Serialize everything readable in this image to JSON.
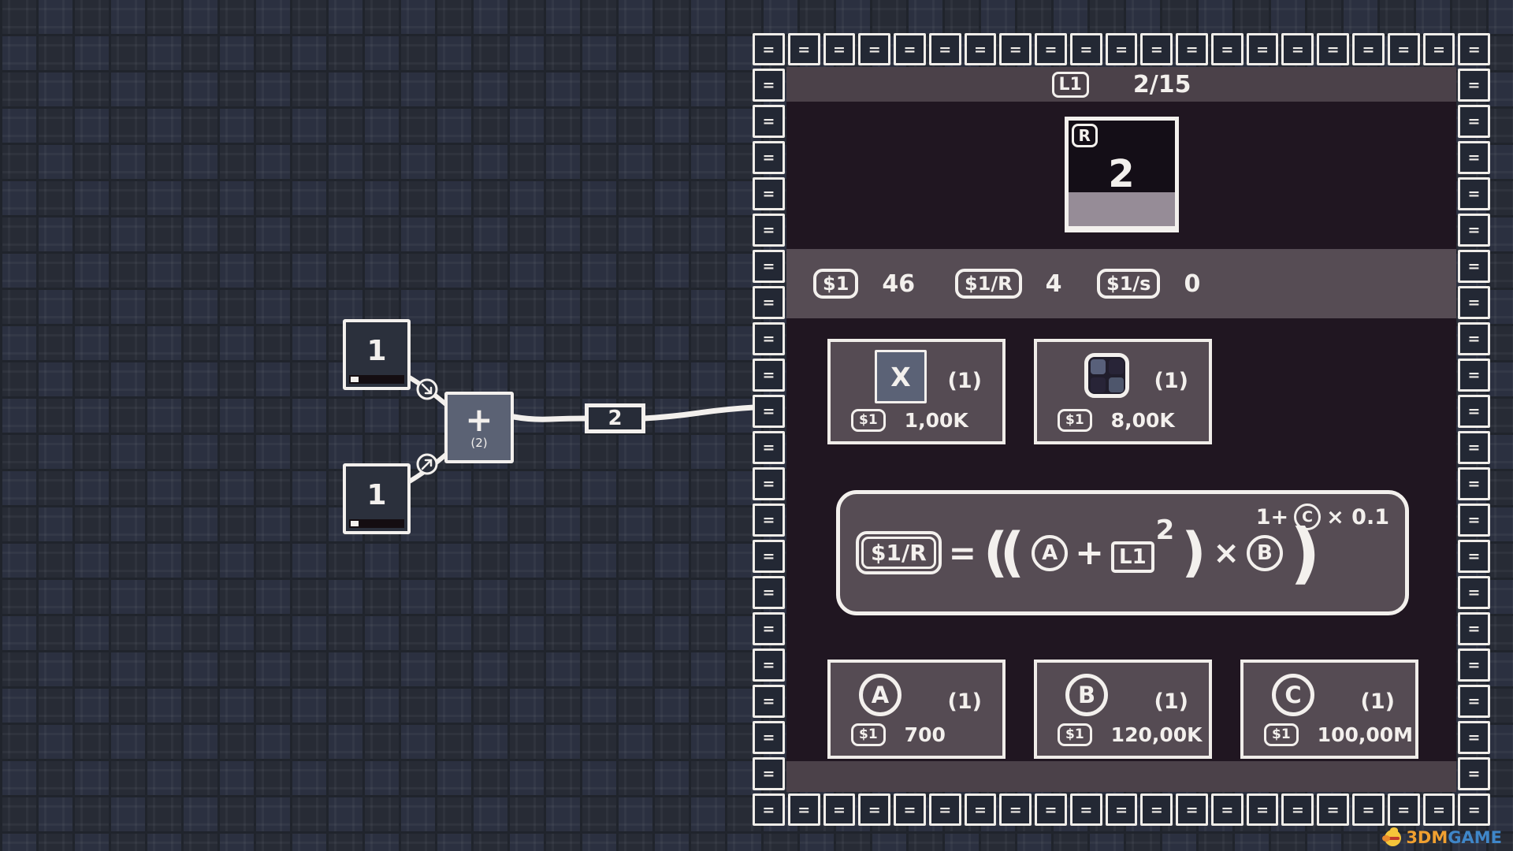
{
  "colors": {
    "accent_white": "#f3f0ed",
    "background_base": "#272b35",
    "panel_dark": "#201621",
    "panel_band": "#564c54",
    "header_band": "#4b4149",
    "node_fill": "#2b303c",
    "operator_fill": "#5b6274",
    "progress_gray": "#968c97",
    "watermark_orange": "#f0a030",
    "watermark_blue": "#3f86c8"
  },
  "graph": {
    "input_top": {
      "value": "1"
    },
    "input_bottom": {
      "value": "1"
    },
    "operator": {
      "symbol": "+",
      "count": "(2)"
    },
    "output_value": "2"
  },
  "panel": {
    "border_glyph": "=",
    "header": {
      "level": "L1",
      "progress": "2/15"
    },
    "card": {
      "tag": "R",
      "value": "2"
    },
    "stats": [
      {
        "label": "$1",
        "value": "46"
      },
      {
        "label": "$1/R",
        "value": "4"
      },
      {
        "label": "$1/s",
        "value": "0"
      }
    ],
    "upgrades": [
      {
        "icon_label": "X",
        "count": "(1)",
        "currency": "$1",
        "cost": "1,00K"
      },
      {
        "count": "(1)",
        "currency": "$1",
        "cost": "8,00K"
      }
    ],
    "formula": {
      "result": "$1/R",
      "equals": "=",
      "open_parens": "((",
      "var_a": "A",
      "plus": "+",
      "base": "L1",
      "square": "2",
      "close_paren": ")",
      "times": "×",
      "var_b": "B",
      "close_paren2": ")",
      "exp_prefix": "1+",
      "exp_var": "C",
      "exp_suffix": "× 0.1"
    },
    "variables": [
      {
        "letter": "A",
        "count": "(1)",
        "currency": "$1",
        "cost": "700"
      },
      {
        "letter": "B",
        "count": "(1)",
        "currency": "$1",
        "cost": "120,00K"
      },
      {
        "letter": "C",
        "count": "(1)",
        "currency": "$1",
        "cost": "100,00M"
      }
    ]
  },
  "watermark": {
    "brand_left": "3DM",
    "brand_right": "GAME"
  }
}
